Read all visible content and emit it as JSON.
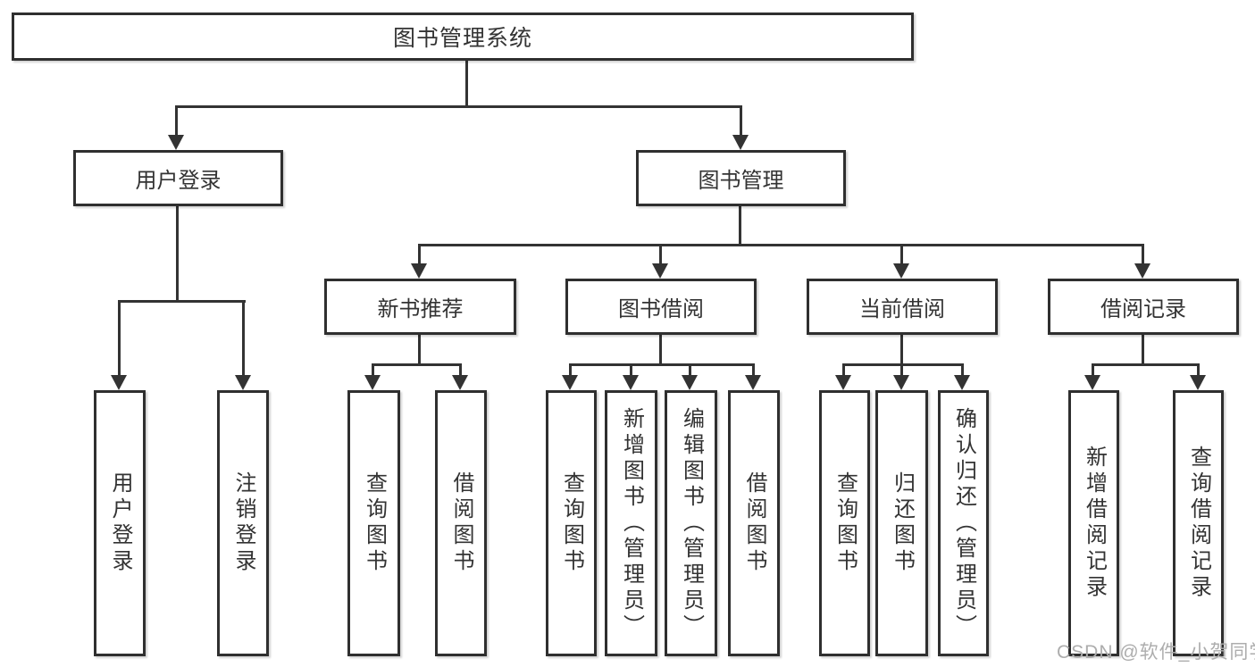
{
  "tree": {
    "label": "图书管理系统",
    "children": [
      {
        "label": "用户登录",
        "children": [
          {
            "label": "用户登录"
          },
          {
            "label": "注销登录"
          }
        ]
      },
      {
        "label": "图书管理",
        "children": [
          {
            "label": "新书推荐",
            "children": [
              {
                "label": "查询图书"
              },
              {
                "label": "借阅图书"
              }
            ]
          },
          {
            "label": "图书借阅",
            "children": [
              {
                "label": "查询图书"
              },
              {
                "label": "新增图书（管理员）"
              },
              {
                "label": "编辑图书（管理员）"
              },
              {
                "label": "借阅图书"
              }
            ]
          },
          {
            "label": "当前借阅",
            "children": [
              {
                "label": "查询图书"
              },
              {
                "label": "归还图书"
              },
              {
                "label": "确认归还（管理员）"
              }
            ]
          },
          {
            "label": "借阅记录",
            "children": [
              {
                "label": "新增借阅记录"
              },
              {
                "label": "查询借阅记录"
              }
            ]
          }
        ]
      }
    ]
  },
  "watermark": {
    "text": "CSDN @软件_小贺同学"
  },
  "colors": {
    "background": "#ffffff",
    "box_border": "#2f2f2f",
    "line": "#333333",
    "text": "#333333",
    "watermark": "#adadad"
  }
}
